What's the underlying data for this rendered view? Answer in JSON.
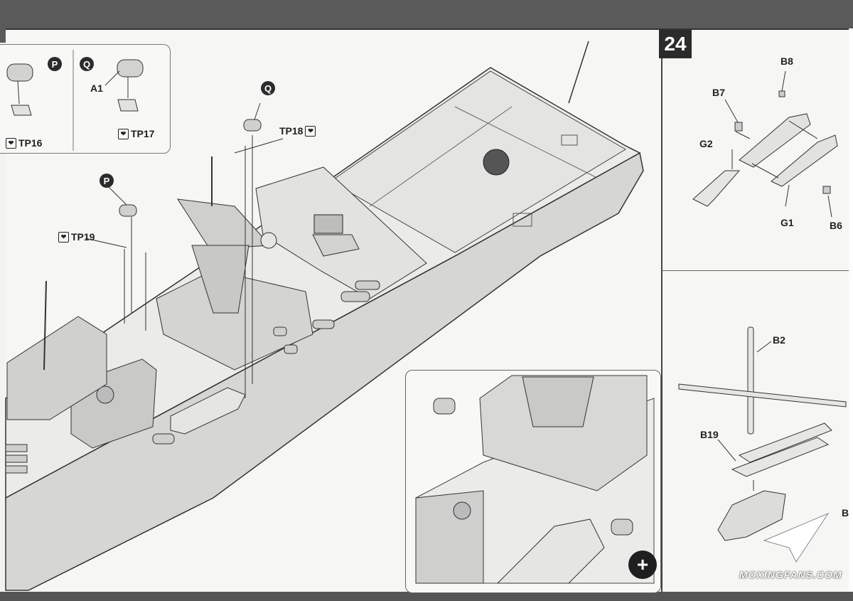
{
  "step": {
    "number": "24"
  },
  "callouts": {
    "P": "P",
    "Q": "Q",
    "Q_main": "Q",
    "P_main": "P"
  },
  "parts": {
    "A1": "A1",
    "TP16": "TP16",
    "TP17": "TP17",
    "TP18": "TP18",
    "TP19": "TP19",
    "B8": "B8",
    "B7": "B7",
    "G2": "G2",
    "G1": "G1",
    "B6": "B6",
    "B2": "B2",
    "B19": "B19",
    "B_cut": "B"
  },
  "tp_icon": "❤",
  "zoom_icon": "+",
  "watermark": "MOXINGFANS.COM",
  "colors": {
    "ink": "#222222",
    "hull": "#dcdcda",
    "deck": "#ebebe9",
    "dark": "#2b2b2b"
  }
}
